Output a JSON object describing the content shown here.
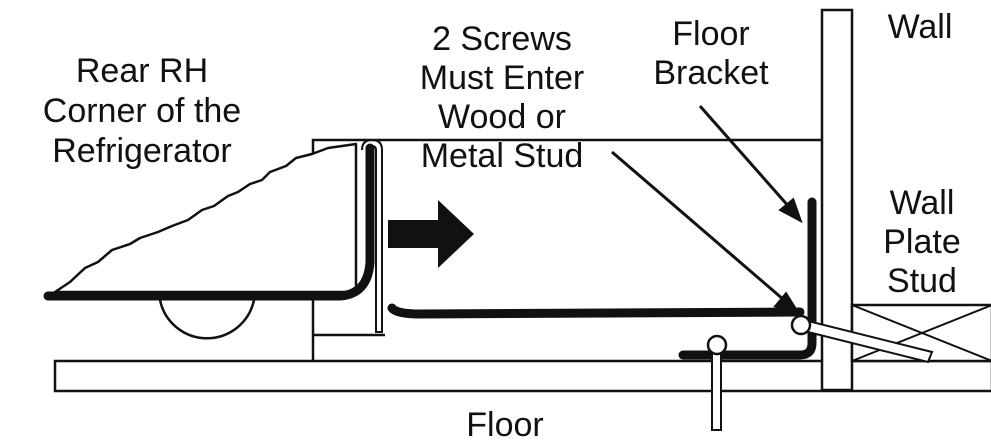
{
  "labels": {
    "rear_corner": [
      "Rear RH",
      "Corner of the",
      "Refrigerator"
    ],
    "screws": [
      "2 Screws",
      "Must Enter",
      "Wood or",
      "Metal Stud"
    ],
    "floor_bracket": [
      "Floor",
      "Bracket"
    ],
    "wall": "Wall",
    "wall_plate_stud": [
      "Wall",
      "Plate",
      "Stud"
    ],
    "floor": "Floor"
  },
  "colors": {
    "ink": "#111111",
    "background": "#ffffff"
  }
}
